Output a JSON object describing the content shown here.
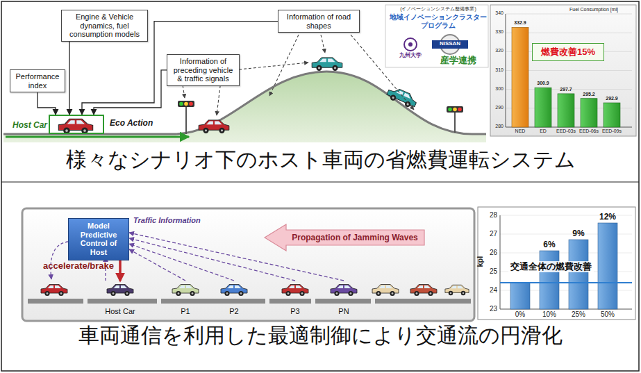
{
  "diagram": {
    "nodes": [
      {
        "text": [
          "Performance index"
        ]
      },
      {
        "text": [
          "Engine & Vehicle dynamics, fuel consumption models"
        ]
      },
      {
        "text": [
          "Information of road shapes"
        ]
      },
      {
        "text": [
          "Information of preceding vehicle & traffic signals"
        ]
      },
      {
        "text": [
          "Host Car"
        ]
      },
      {
        "text": [
          "燃費改善15%"
        ]
      },
      {
        "text": [
          "Model Predictive Control of Host"
        ]
      },
      {
        "text": [
          "Host Car"
        ]
      },
      {
        "text": [
          "P1"
        ]
      },
      {
        "text": [
          "P2"
        ]
      },
      {
        "text": [
          "P3"
        ]
      },
      {
        "text": [
          "PN"
        ]
      },
      {
        "text": [
          "Propagation of Jamming Waves"
        ]
      }
    ],
    "edges": [
      {
        "from": 0,
        "to": 4,
        "arrow": "to"
      },
      {
        "from": 1,
        "to": 4,
        "arrow": "to"
      },
      {
        "from": 2,
        "to": 4,
        "arrow": "to"
      },
      {
        "from": 3,
        "to": 4,
        "arrow": "to"
      },
      {
        "from": 6,
        "to": 7,
        "label": "accelerate/brake",
        "arrow": "to"
      },
      {
        "from": 8,
        "to": 6,
        "arrow": "to"
      },
      {
        "from": 9,
        "to": 6,
        "arrow": "to"
      },
      {
        "from": 10,
        "to": 6,
        "arrow": "to"
      },
      {
        "from": 11,
        "to": 6,
        "arrow": "to"
      }
    ],
    "labels": [
      "(イノベーションシステム整備事業)",
      "地域イノベーションクラスター プログラム",
      "九州大学",
      "NISSAN",
      "産学連携",
      "Eco Action",
      "Fuel Consumption [ml]",
      "340",
      "330",
      "320",
      "310",
      "300",
      "290",
      "280",
      "332.9",
      "300.9",
      "297.7",
      "295.2",
      "292.9",
      "NED",
      "ED",
      "EED-03s",
      "EED-06s",
      "EED-09s",
      "様々なシナリオ下のホスト車両の省燃費運転システム",
      "Traffic Information",
      "28",
      "27",
      "26",
      "25",
      "24",
      "23",
      "kpl",
      "0%",
      "10%",
      "25%",
      "50%",
      "6%",
      "9%",
      "12%",
      "交通全体の燃費改善",
      "車両通信を利用した最適制御により交通流の円滑化"
    ]
  }
}
